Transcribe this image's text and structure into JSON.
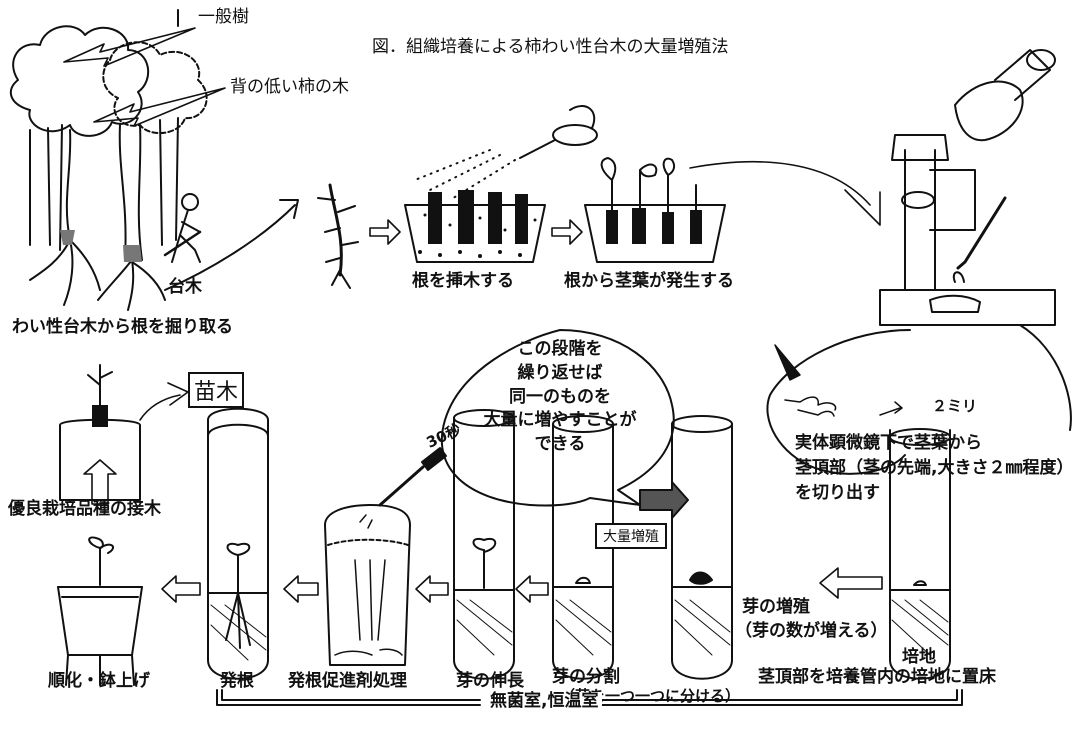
{
  "title": "図．組織培養による柿わい性台木の大量増殖法",
  "labels": {
    "general_tree": "一般樹",
    "low_persimmon": "背の低い柿の木",
    "rootstock": "台木",
    "dig_roots": "わい性台木から根を掘り取る",
    "plant_roots": "根を挿木する",
    "stems_from_roots": "根から茎葉が発生する",
    "microscope_desc": [
      "実体顕微鏡下で茎葉から",
      "茎頂部（茎の先端,大きさ２㎜程度）",
      "を切り出す"
    ],
    "two_mm": "２ミリ",
    "medium": "培地",
    "place_on_medium": "茎頂部を培養管内の培地に置床",
    "bud_multiplication": [
      "芽の増殖",
      "（芽の数が増える）"
    ],
    "mass_propagation": "大量増殖",
    "bubble": [
      "この段階を",
      "繰り返せば",
      "同一のものを",
      "大量に増やすことが",
      "できる"
    ],
    "bud_division": "芽の分割",
    "bud_division_sub": "（芽を一つ一つに分ける）",
    "bud_elongation": "芽の伸長",
    "rooting_treatment": "発根促進剤処理",
    "thirty_sec": "30秒",
    "rooting": "発根",
    "acclimatize": "順化・鉢上げ",
    "grafting": "優良栽培品種の接木",
    "seedling": "苗木",
    "sterile_room": "無菌室,恒温室"
  }
}
